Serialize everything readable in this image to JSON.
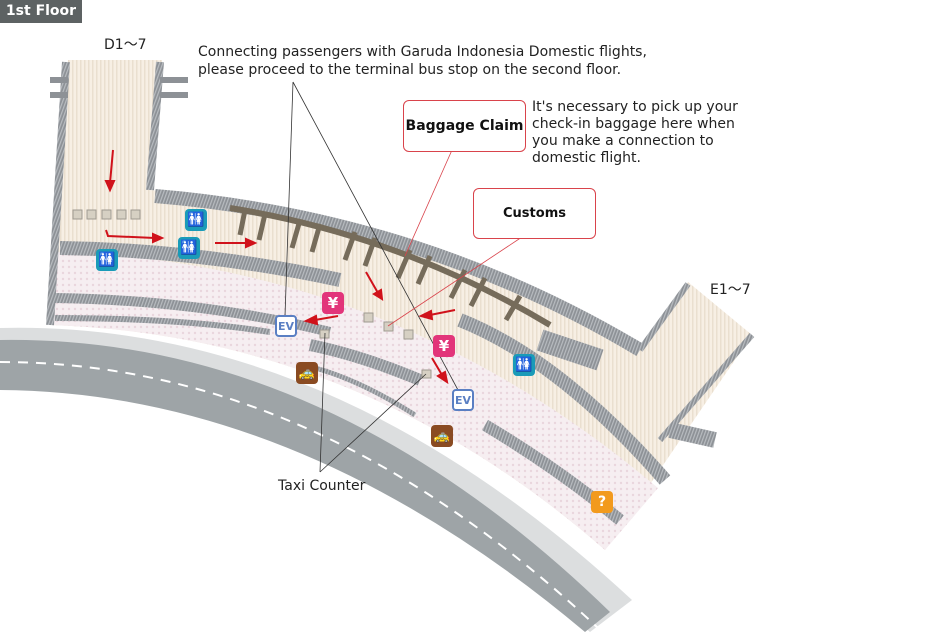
{
  "floor_label": "1st Floor",
  "gates": {
    "d": "D1〜7",
    "e": "E1〜7"
  },
  "notes": {
    "connecting_line1": "Connecting passengers with Garuda Indonesia Domestic flights,",
    "connecting_line2": "please proceed to the terminal bus stop on the second floor.",
    "baggage_line1": "It's necessary to pick up your",
    "baggage_line2": "check-in baggage here when",
    "baggage_line3": "you make a connection to",
    "baggage_line4": "domestic flight."
  },
  "callouts": {
    "baggage_claim": "Baggage Claim",
    "customs": "Customs",
    "taxi_counter": "Taxi Counter"
  },
  "icons": {
    "restroom": "🚻",
    "yen": "¥",
    "ev": "EV",
    "taxi": "🚕",
    "help": "?"
  },
  "colors": {
    "accent_red": "#d0121b",
    "restroom": "#1a9bb8",
    "money": "#e2357a",
    "taxi": "#8a4b22",
    "info": "#f29a1d",
    "ev": "#5a7fc3"
  }
}
